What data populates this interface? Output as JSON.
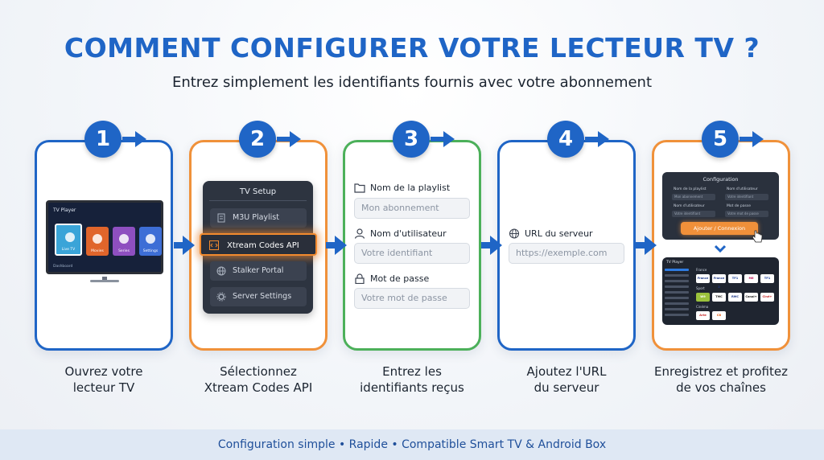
{
  "title": "COMMENT CONFIGURER VOTRE LECTEUR TV ?",
  "subtitle": "Entrez simplement les identifiants fournis avec votre abonnement",
  "colors": {
    "primary": "#1f65c6",
    "orange": "#f0913a",
    "green": "#4cb05a"
  },
  "steps": [
    {
      "number": "1",
      "caption_line1": "Ouvrez votre",
      "caption_line2": "lecteur TV"
    },
    {
      "number": "2",
      "caption_line1": "Sélectionnez",
      "caption_line2": "Xtream Codes API"
    },
    {
      "number": "3",
      "caption_line1": "Entrez les",
      "caption_line2": "identifiants reçus"
    },
    {
      "number": "4",
      "caption_line1": "Ajoutez l'URL",
      "caption_line2": "du serveur"
    },
    {
      "number": "5",
      "caption_line1": "Enregistrez et profitez",
      "caption_line2": "de vos chaînes"
    }
  ],
  "tv_player": {
    "header": "TV Player",
    "tiles": [
      "Live TV",
      "Movies",
      "Series",
      "Settings"
    ],
    "footer": "Dashboard"
  },
  "tv_setup": {
    "title": "TV Setup",
    "items": [
      "M3U Playlist",
      "Xtream Codes API",
      "Stalker Portal",
      "Server Settings"
    ],
    "selected": "Xtream Codes API"
  },
  "credentials": {
    "playlist_label": "Nom de la playlist",
    "playlist_placeholder": "Mon abonnement",
    "user_label": "Nom d'utilisateur",
    "user_placeholder": "Votre identifiant",
    "password_label": "Mot de passe",
    "password_placeholder": "Votre mot de passe"
  },
  "server": {
    "url_label": "URL du serveur",
    "url_placeholder": "https://exemple.com"
  },
  "configuration": {
    "title": "Configuration",
    "labels": [
      "Nom de la playlist",
      "Nom d'utilisateur",
      "Nom d'utilisateur",
      "Mot de passe"
    ],
    "values": [
      "Mon abonnement",
      "Votre identifiant",
      "Votre identifiant",
      "Votre mot de passe"
    ],
    "button": "Ajouter / Connexion"
  },
  "channels": {
    "header": "TV Player",
    "categories": [
      "France",
      "Sport",
      "Cinéma"
    ],
    "logos": [
      "France",
      "France 2",
      "TF1",
      "M6",
      "TF1",
      "W9",
      "TMC",
      "RMC",
      "Canal+",
      "Ciné+",
      "Arte",
      "C8"
    ]
  },
  "footer": "Configuration simple • Rapide • Compatible Smart TV & Android Box"
}
